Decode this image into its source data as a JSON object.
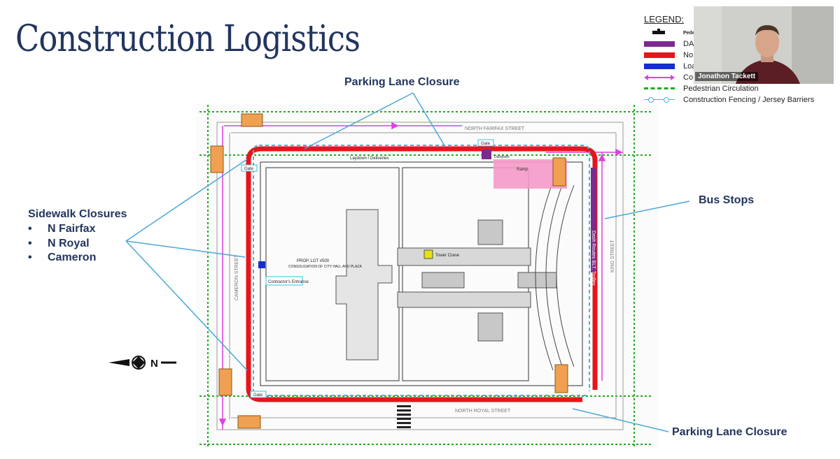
{
  "slide": {
    "title": "Construction Logistics"
  },
  "callouts": {
    "parking_top": "Parking Lane Closure",
    "parking_bottom": "Parking Lane Closure",
    "bus_stops": "Bus Stops",
    "sidewalk_title": "Sidewalk Closures",
    "sidewalk_items": [
      "N Fairfax",
      "N Royal",
      "Cameron"
    ]
  },
  "legend": {
    "title": "LEGEND:",
    "items": [
      {
        "label": "Pede",
        "color": "#111111"
      },
      {
        "label": "DA",
        "color": "#7b2a8f"
      },
      {
        "label": "No",
        "color": "#e8141b"
      },
      {
        "label": "Loa",
        "color": "#1430c8"
      },
      {
        "label": "Co",
        "color": "#e040e0"
      },
      {
        "label": "Pedestrian Circulation",
        "color": "#22aa22"
      },
      {
        "label": "Construction Fencing / Jersey Barriers",
        "color": "#30c0d8"
      }
    ]
  },
  "video": {
    "participant_name": "Jonathon Tackett"
  },
  "map": {
    "streets": {
      "north": "NORTH FAIRFAX STREET",
      "south": "NORTH ROYAL STREET",
      "west": "CAMERON STREET",
      "east": "KING STREET"
    },
    "labels": {
      "tower_crane": "Tower Crane",
      "contractors_entrance": "Contractor's Entrance",
      "gate": "Gate",
      "dumpster": "Dumpster",
      "ramp": "Ramp",
      "laydown": "Laydown / Deliveries",
      "lot": "PROP. LOT #500",
      "lot_sub": "CONSOLIDATION OF CITY HALL AND PLAZA",
      "bus": "Dash Routes BLT, Trolley",
      "north": "N"
    }
  },
  "colors": {
    "title": "#22355e",
    "callout_line": "#4aa8d8",
    "red": "#e8141b",
    "cyan_fence": "#30c0d8",
    "magenta": "#e040e0",
    "green": "#22aa22",
    "purple": "#7b2a8f",
    "orange_sign": "#f0a050",
    "crane": "#e6e01a",
    "pink_ramp": "#f59ac8"
  }
}
